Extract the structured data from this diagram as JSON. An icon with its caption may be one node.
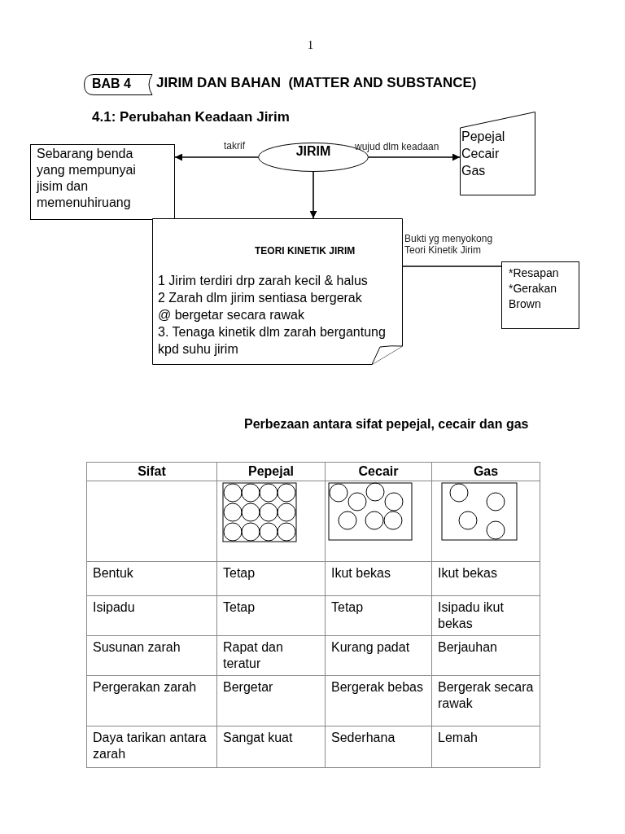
{
  "diagram": {
    "title": "JIRIM DAN BAHAN  (MATTER AND SUBSTANCE)",
    "nodes": [
      {
        "text": [
          "BAB 4"
        ]
      },
      {
        "text": [
          "Sebarang benda yang mempunyai jisim dan memenuhiruang"
        ]
      },
      {
        "text": [
          "JIRIM"
        ]
      },
      {
        "text": [
          "Pepejal Cecair Gas"
        ]
      },
      {
        "text": [
          "TEORI KINETIK JIRIM",
          "1  Jirim terdiri drp zarah kecil & halus",
          "2  Zarah dlm jirim sentiasa bergerak @ bergetar secara rawak",
          "3.  Tenaga kinetik dlm zarah  bergantung kpd suhu jirim"
        ]
      },
      {
        "text": [
          "*Resapan",
          "*Gerakan Brown"
        ]
      }
    ],
    "edges": [
      {
        "from": 2,
        "to": 1,
        "arrow": "to",
        "label": "takrif"
      },
      {
        "from": 2,
        "to": 3,
        "arrow": "to",
        "label": "wujud dlm keadaan"
      },
      {
        "from": 2,
        "to": 4,
        "arrow": "to"
      },
      {
        "from": 4,
        "to": 5,
        "arrow": "none",
        "label": "Bukti yg menyokong Teori Kinetik Jirim"
      }
    ],
    "labels": [
      "1",
      "4.1:  Perubahan Keadaan Jirim",
      "Perbezaan antara sifat pepejal, cecair dan gas",
      "Sifat",
      "Pepejal",
      "Cecair",
      "Gas",
      "Bentuk",
      "Tetap",
      "Ikut bekas",
      "Ikut bekas",
      "Isipadu",
      "Tetap",
      "Tetap",
      "Isipadu ikut bekas",
      "Susunan zarah",
      "Rapat dan teratur",
      "Kurang padat",
      "Berjauhan",
      "Pergerakan zarah",
      "Bergetar",
      "Bergerak bebas",
      "Bergerak secara rawak",
      "Daya tarikan antara zarah",
      "Sangat kuat",
      "Sederhana",
      "Lemah"
    ]
  }
}
